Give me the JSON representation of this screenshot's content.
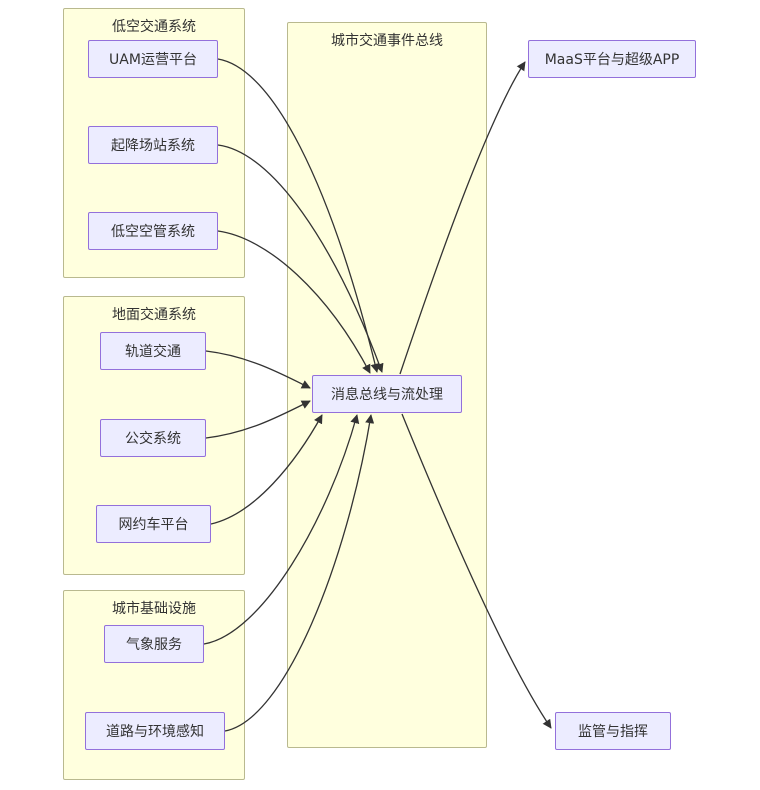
{
  "diagram": {
    "type": "flowchart",
    "groups": [
      {
        "label": "低空交通系统"
      },
      {
        "label": "地面交通系统"
      },
      {
        "label": "城市基础设施"
      },
      {
        "label": "城市交通事件总线"
      }
    ],
    "nodes": [
      {
        "label": "UAM运营平台",
        "group": "低空交通系统"
      },
      {
        "label": "起降场站系统",
        "group": "低空交通系统"
      },
      {
        "label": "低空空管系统",
        "group": "低空交通系统"
      },
      {
        "label": "轨道交通",
        "group": "地面交通系统"
      },
      {
        "label": "公交系统",
        "group": "地面交通系统"
      },
      {
        "label": "网约车平台",
        "group": "地面交通系统"
      },
      {
        "label": "气象服务",
        "group": "城市基础设施"
      },
      {
        "label": "道路与环境感知",
        "group": "城市基础设施"
      },
      {
        "label": "消息总线与流处理",
        "group": "城市交通事件总线"
      },
      {
        "label": "MaaS平台与超级APP",
        "group": null
      },
      {
        "label": "监管与指挥",
        "group": null
      }
    ],
    "edges": [
      {
        "from": "UAM运营平台",
        "to": "消息总线与流处理"
      },
      {
        "from": "起降场站系统",
        "to": "消息总线与流处理"
      },
      {
        "from": "低空空管系统",
        "to": "消息总线与流处理"
      },
      {
        "from": "轨道交通",
        "to": "消息总线与流处理"
      },
      {
        "from": "公交系统",
        "to": "消息总线与流处理"
      },
      {
        "from": "网约车平台",
        "to": "消息总线与流处理"
      },
      {
        "from": "气象服务",
        "to": "消息总线与流处理"
      },
      {
        "from": "道路与环境感知",
        "to": "消息总线与流处理"
      },
      {
        "from": "消息总线与流处理",
        "to": "MaaS平台与超级APP"
      },
      {
        "from": "消息总线与流处理",
        "to": "监管与指挥"
      }
    ],
    "colors": {
      "node_fill": "#ECECFF",
      "node_border": "#9370DB",
      "group_fill": "#FFFFDE",
      "group_border": "#B9B98F",
      "edge": "#333333",
      "text": "#333333"
    }
  }
}
